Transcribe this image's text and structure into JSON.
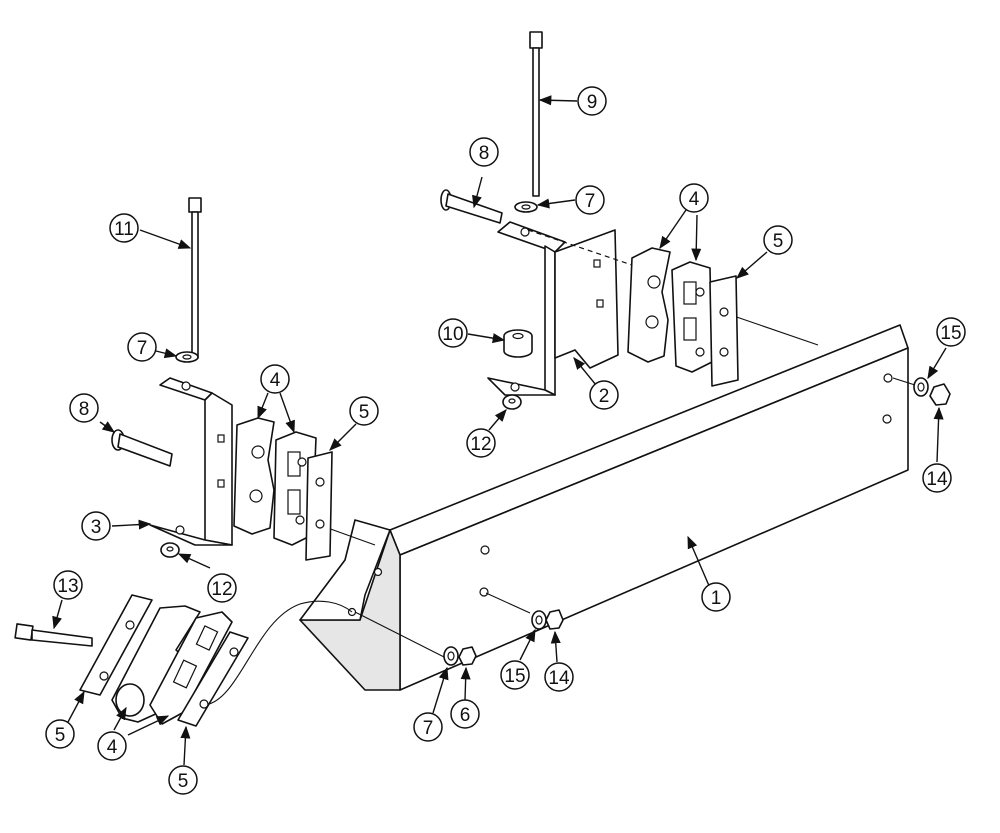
{
  "figure": {
    "callouts": [
      {
        "id": "c1",
        "label": "1"
      },
      {
        "id": "c2",
        "label": "2"
      },
      {
        "id": "c3",
        "label": "3"
      },
      {
        "id": "c4a",
        "label": "4"
      },
      {
        "id": "c4b",
        "label": "4"
      },
      {
        "id": "c4c",
        "label": "4"
      },
      {
        "id": "c5a",
        "label": "5"
      },
      {
        "id": "c5b",
        "label": "5"
      },
      {
        "id": "c5c",
        "label": "5"
      },
      {
        "id": "c5d",
        "label": "5"
      },
      {
        "id": "c6",
        "label": "6"
      },
      {
        "id": "c7a",
        "label": "7"
      },
      {
        "id": "c7b",
        "label": "7"
      },
      {
        "id": "c7c",
        "label": "7"
      },
      {
        "id": "c8a",
        "label": "8"
      },
      {
        "id": "c8b",
        "label": "8"
      },
      {
        "id": "c9",
        "label": "9"
      },
      {
        "id": "c10",
        "label": "10"
      },
      {
        "id": "c11",
        "label": "11"
      },
      {
        "id": "c12a",
        "label": "12"
      },
      {
        "id": "c12b",
        "label": "12"
      },
      {
        "id": "c13",
        "label": "13"
      },
      {
        "id": "c14a",
        "label": "14"
      },
      {
        "id": "c14b",
        "label": "14"
      },
      {
        "id": "c15a",
        "label": "15"
      },
      {
        "id": "c15b",
        "label": "15"
      }
    ]
  }
}
